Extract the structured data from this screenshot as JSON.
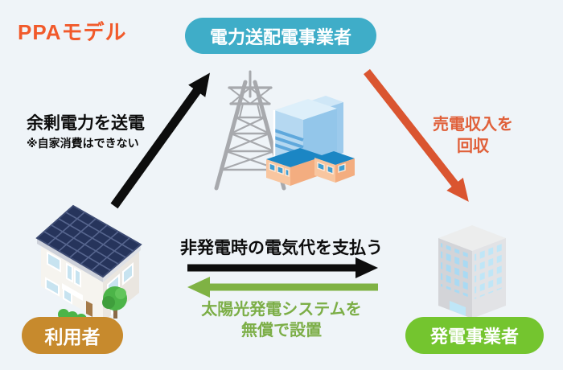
{
  "title": "PPAモデル",
  "nodes": {
    "grid": {
      "label": "電力送配電事業者"
    },
    "user": {
      "label": "利用者"
    },
    "producer": {
      "label": "発電事業者"
    }
  },
  "flows": {
    "surplus": {
      "label": "余剰電力を送電",
      "note": "※自家消費はできない",
      "direction": "利用者→電力送配電事業者"
    },
    "revenue": {
      "line1": "売電収入を",
      "line2": "回収",
      "direction": "電力送配電事業者→発電事業者"
    },
    "payment": {
      "label": "非発電時の電気代を支払う",
      "direction": "利用者→発電事業者"
    },
    "install": {
      "line1": "太陽光発電システムを",
      "line2": "無償で設置",
      "direction": "発電事業者→利用者"
    }
  },
  "colors": {
    "background": "#eff4f8",
    "title": "#f15a2b",
    "grid_badge": "#3fadc8",
    "user_badge": "#c78a2d",
    "producer_badge": "#74c52f",
    "black_arrow": "#0d0d0d",
    "orange_arrow": "#da5530",
    "green_arrow": "#7fb244",
    "green_text": "#7cae47"
  }
}
